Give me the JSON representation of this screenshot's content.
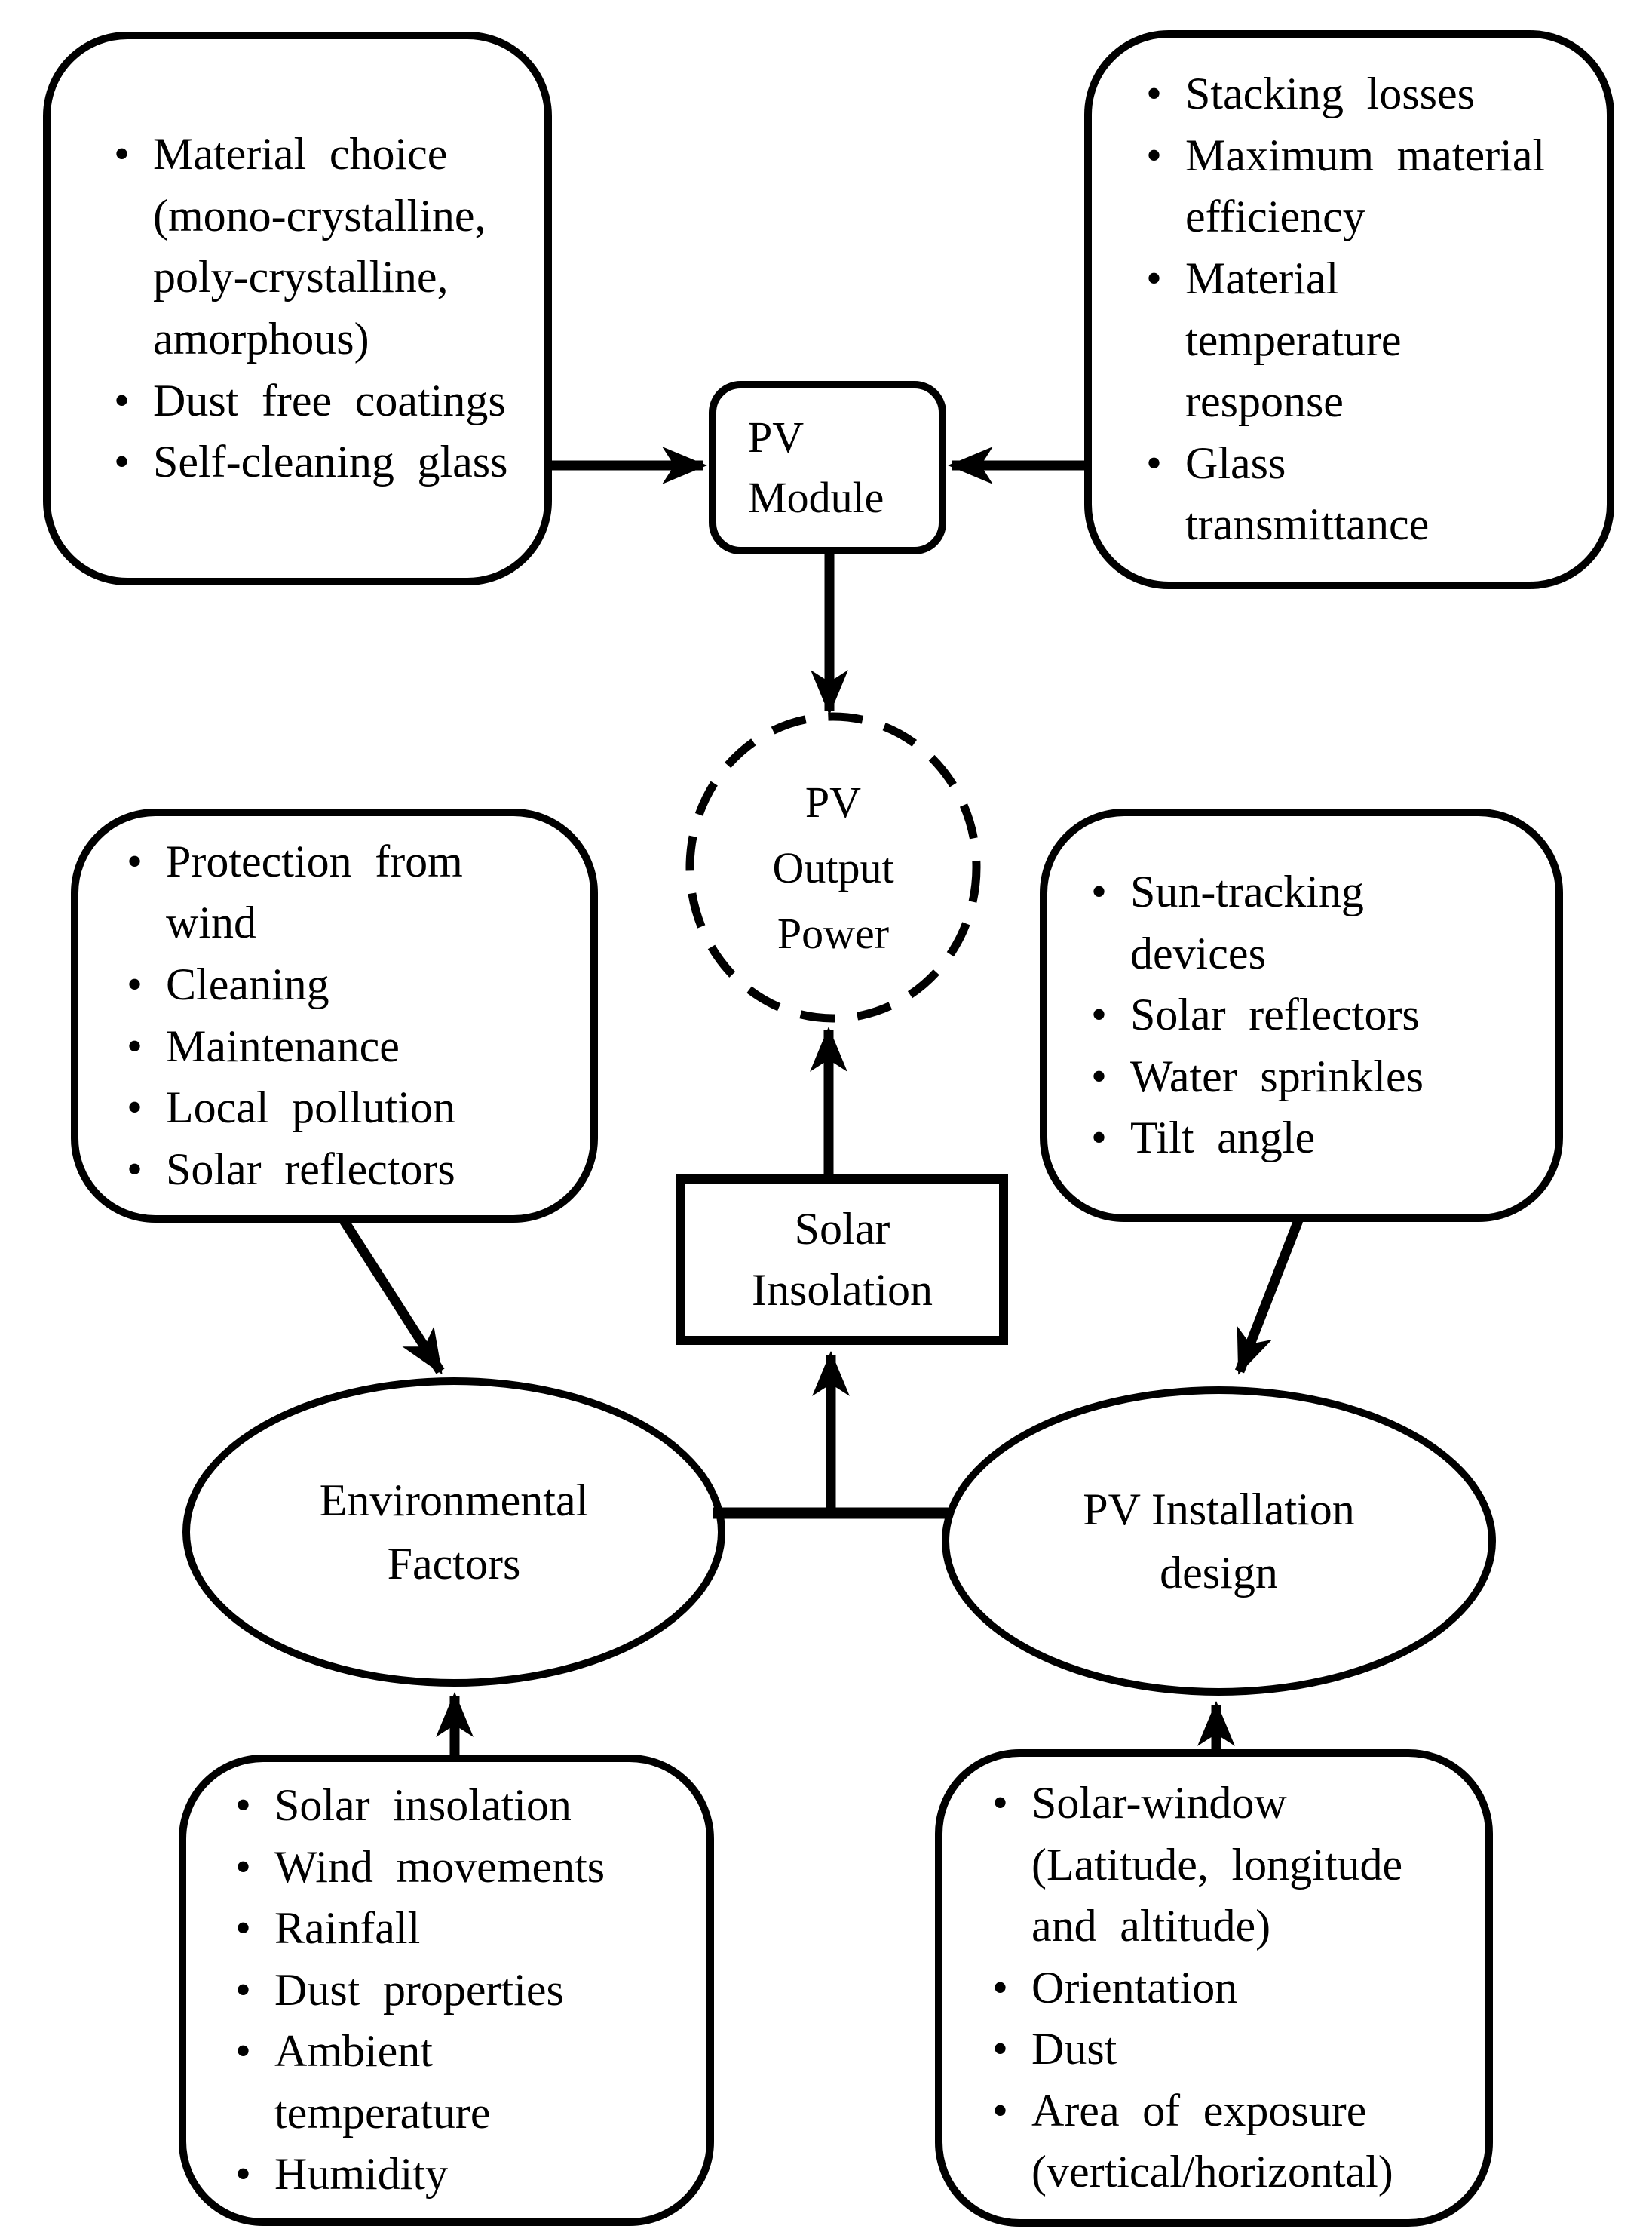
{
  "colors": {
    "ink": "#000000",
    "paper": "#ffffff"
  },
  "nodes": {
    "pv_module": {
      "label": [
        "PV",
        "Module"
      ]
    },
    "pv_output_power": {
      "label": [
        "PV",
        "Output",
        "Power"
      ]
    },
    "solar_insolation": {
      "label": [
        "Solar",
        "Insolation"
      ]
    },
    "environmental_factors": {
      "label": [
        "Environmental",
        "Factors"
      ]
    },
    "pv_installation_design": {
      "label": [
        "PV Installation",
        "design"
      ]
    }
  },
  "boxes": {
    "top_left": {
      "items": [
        [
          "Material choice",
          "(mono-crystalline,",
          "poly-crystalline,",
          "amorphous)"
        ],
        [
          "Dust free coatings"
        ],
        [
          "Self-cleaning glass"
        ]
      ]
    },
    "top_right": {
      "items": [
        [
          "Stacking losses"
        ],
        [
          "Maximum material",
          "efficiency"
        ],
        [
          "Material",
          "temperature",
          "response"
        ],
        [
          "Glass",
          "transmittance"
        ]
      ]
    },
    "mid_left": {
      "items": [
        [
          "Protection from",
          "wind"
        ],
        [
          "Cleaning"
        ],
        [
          "Maintenance"
        ],
        [
          "Local pollution"
        ],
        [
          "Solar reflectors"
        ]
      ]
    },
    "mid_right": {
      "items": [
        [
          "Sun-tracking",
          "devices"
        ],
        [
          "Solar reflectors"
        ],
        [
          "Water sprinkles"
        ],
        [
          "Tilt angle"
        ]
      ]
    },
    "bottom_left": {
      "items": [
        [
          "Solar insolation"
        ],
        [
          "Wind movements"
        ],
        [
          "Rainfall"
        ],
        [
          "Dust properties"
        ],
        [
          "Ambient",
          "temperature"
        ],
        [
          "Humidity"
        ]
      ]
    },
    "bottom_right": {
      "items": [
        [
          "Solar-window",
          "(Latitude, longitude",
          "and altitude)"
        ],
        [
          "Orientation"
        ],
        [
          "Dust"
        ],
        [
          "Area of exposure",
          "(vertical/horizontal)"
        ]
      ]
    }
  }
}
